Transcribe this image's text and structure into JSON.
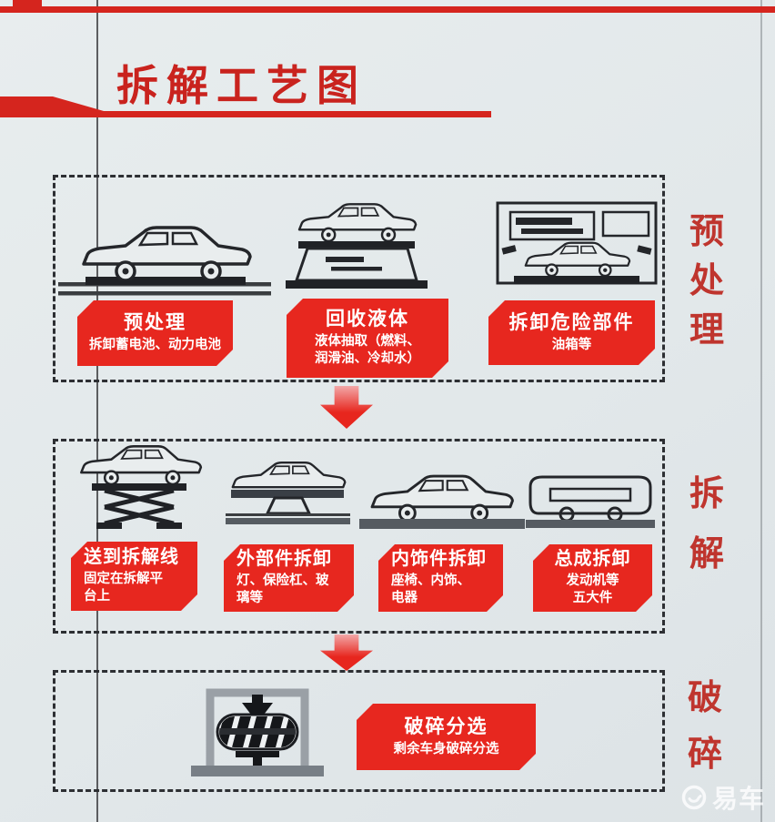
{
  "page": {
    "title": "拆解工艺图",
    "watermark": "易车"
  },
  "stages": [
    {
      "name": "预处理",
      "label_chars": [
        "预",
        "处",
        "理"
      ],
      "illustrations": [
        "car-on-conveyor-icon",
        "car-on-lift-platform-icon",
        "car-in-workstation-icon"
      ],
      "steps": [
        {
          "title": "预处理",
          "desc": "拆卸蓄电池、动力电池"
        },
        {
          "title": "回收液体",
          "desc": "液体抽取（燃料、润滑油、冷却水）"
        },
        {
          "title": "拆卸危险部件",
          "desc": "油箱等"
        }
      ]
    },
    {
      "name": "拆解",
      "label_chars": [
        "拆",
        "解"
      ],
      "illustrations": [
        "car-on-scissor-lift-icon",
        "car-on-rotating-stand-icon",
        "car-on-conveyor-icon",
        "car-shell-on-conveyor-icon"
      ],
      "steps": [
        {
          "title": "送到拆解线",
          "desc": "固定在拆解平台上"
        },
        {
          "title": "外部件拆卸",
          "desc": "灯、保险杠、玻璃等"
        },
        {
          "title": "内饰件拆卸",
          "desc": "座椅、内饰、电器"
        },
        {
          "title": "总成拆卸",
          "desc": "发动机等五大件"
        }
      ]
    },
    {
      "name": "破碎",
      "label_chars": [
        "破",
        "碎"
      ],
      "illustrations": [
        "crusher-machine-icon"
      ],
      "steps": [
        {
          "title": "破碎分选",
          "desc": "剩余车身破碎分选"
        }
      ]
    }
  ],
  "colors": {
    "accent_red": "#e7271f",
    "title_red": "#c9231e",
    "stage_label_red": "#bf352e",
    "background": "#e3e8ea",
    "line_dark": "#2d2f33"
  }
}
